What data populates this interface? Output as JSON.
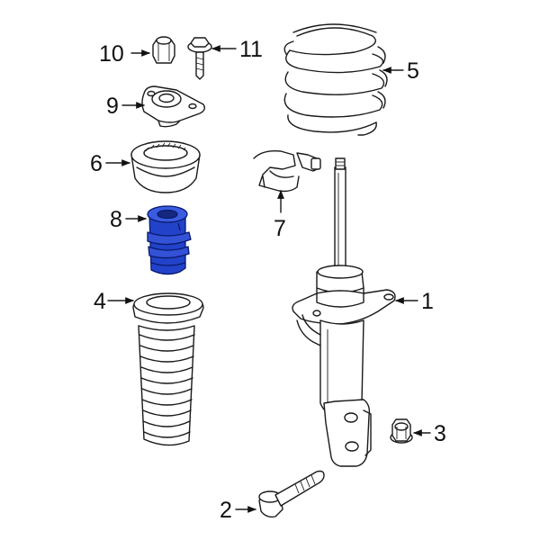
{
  "diagram": {
    "highlight_color": "#1f3fc6",
    "callouts": [
      {
        "id": "1",
        "text": "1"
      },
      {
        "id": "2",
        "text": "2"
      },
      {
        "id": "3",
        "text": "3"
      },
      {
        "id": "4",
        "text": "4"
      },
      {
        "id": "5",
        "text": "5"
      },
      {
        "id": "6",
        "text": "6"
      },
      {
        "id": "7",
        "text": "7"
      },
      {
        "id": "8",
        "text": "8"
      },
      {
        "id": "9",
        "text": "9"
      },
      {
        "id": "10",
        "text": "10"
      },
      {
        "id": "11",
        "text": "11"
      }
    ]
  }
}
